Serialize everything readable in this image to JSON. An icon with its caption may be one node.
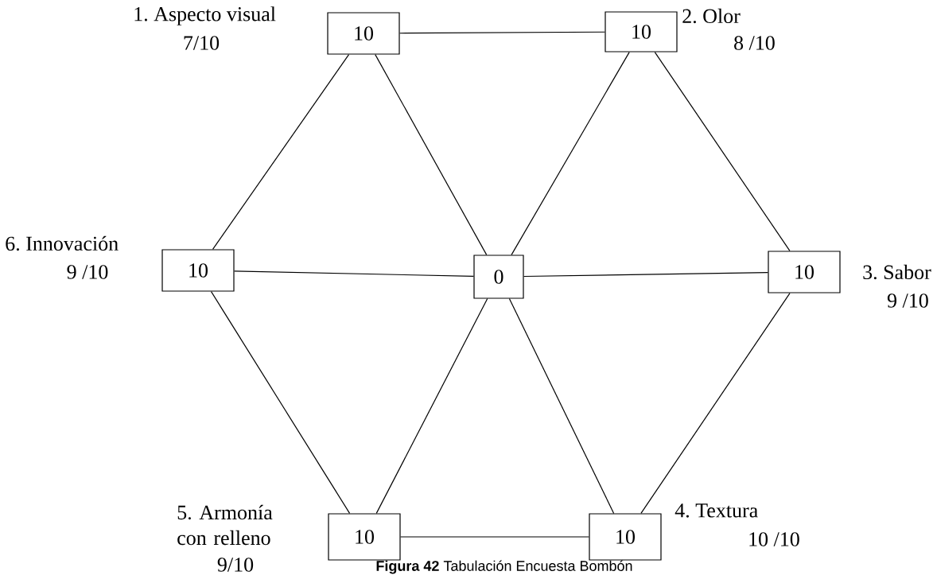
{
  "diagram": {
    "caption": "**Figura 42** Tabulación Encuesta Bombón",
    "nodes": [
      {
        "text": [
          "10"
        ],
        "beside": [
          "1. Aspecto visual",
          "7/10"
        ]
      },
      {
        "text": [
          "10"
        ],
        "beside": [
          "2. Olor",
          "8 /10"
        ]
      },
      {
        "text": [
          "10"
        ],
        "beside": [
          "3. Sabor",
          "9 /10"
        ]
      },
      {
        "text": [
          "10"
        ],
        "beside": [
          "4. Textura",
          "10 /10"
        ]
      },
      {
        "text": [
          "10"
        ],
        "beside": [
          "5. Armonía con relleno",
          "9/10"
        ]
      },
      {
        "text": [
          "10"
        ],
        "beside": [
          "6. Innovación",
          "9 /10"
        ]
      },
      {
        "text": [
          "0"
        ]
      }
    ],
    "edges": [
      {
        "from": 0,
        "to": 1,
        "arrow": "none"
      },
      {
        "from": 1,
        "to": 2,
        "arrow": "none"
      },
      {
        "from": 2,
        "to": 3,
        "arrow": "none"
      },
      {
        "from": 3,
        "to": 4,
        "arrow": "none"
      },
      {
        "from": 4,
        "to": 5,
        "arrow": "none"
      },
      {
        "from": 5,
        "to": 0,
        "arrow": "none"
      },
      {
        "from": 6,
        "to": 0,
        "arrow": "none"
      },
      {
        "from": 6,
        "to": 1,
        "arrow": "none"
      },
      {
        "from": 6,
        "to": 2,
        "arrow": "none"
      },
      {
        "from": 6,
        "to": 3,
        "arrow": "none"
      },
      {
        "from": 6,
        "to": 4,
        "arrow": "none"
      },
      {
        "from": 6,
        "to": 5,
        "arrow": "none"
      }
    ]
  }
}
